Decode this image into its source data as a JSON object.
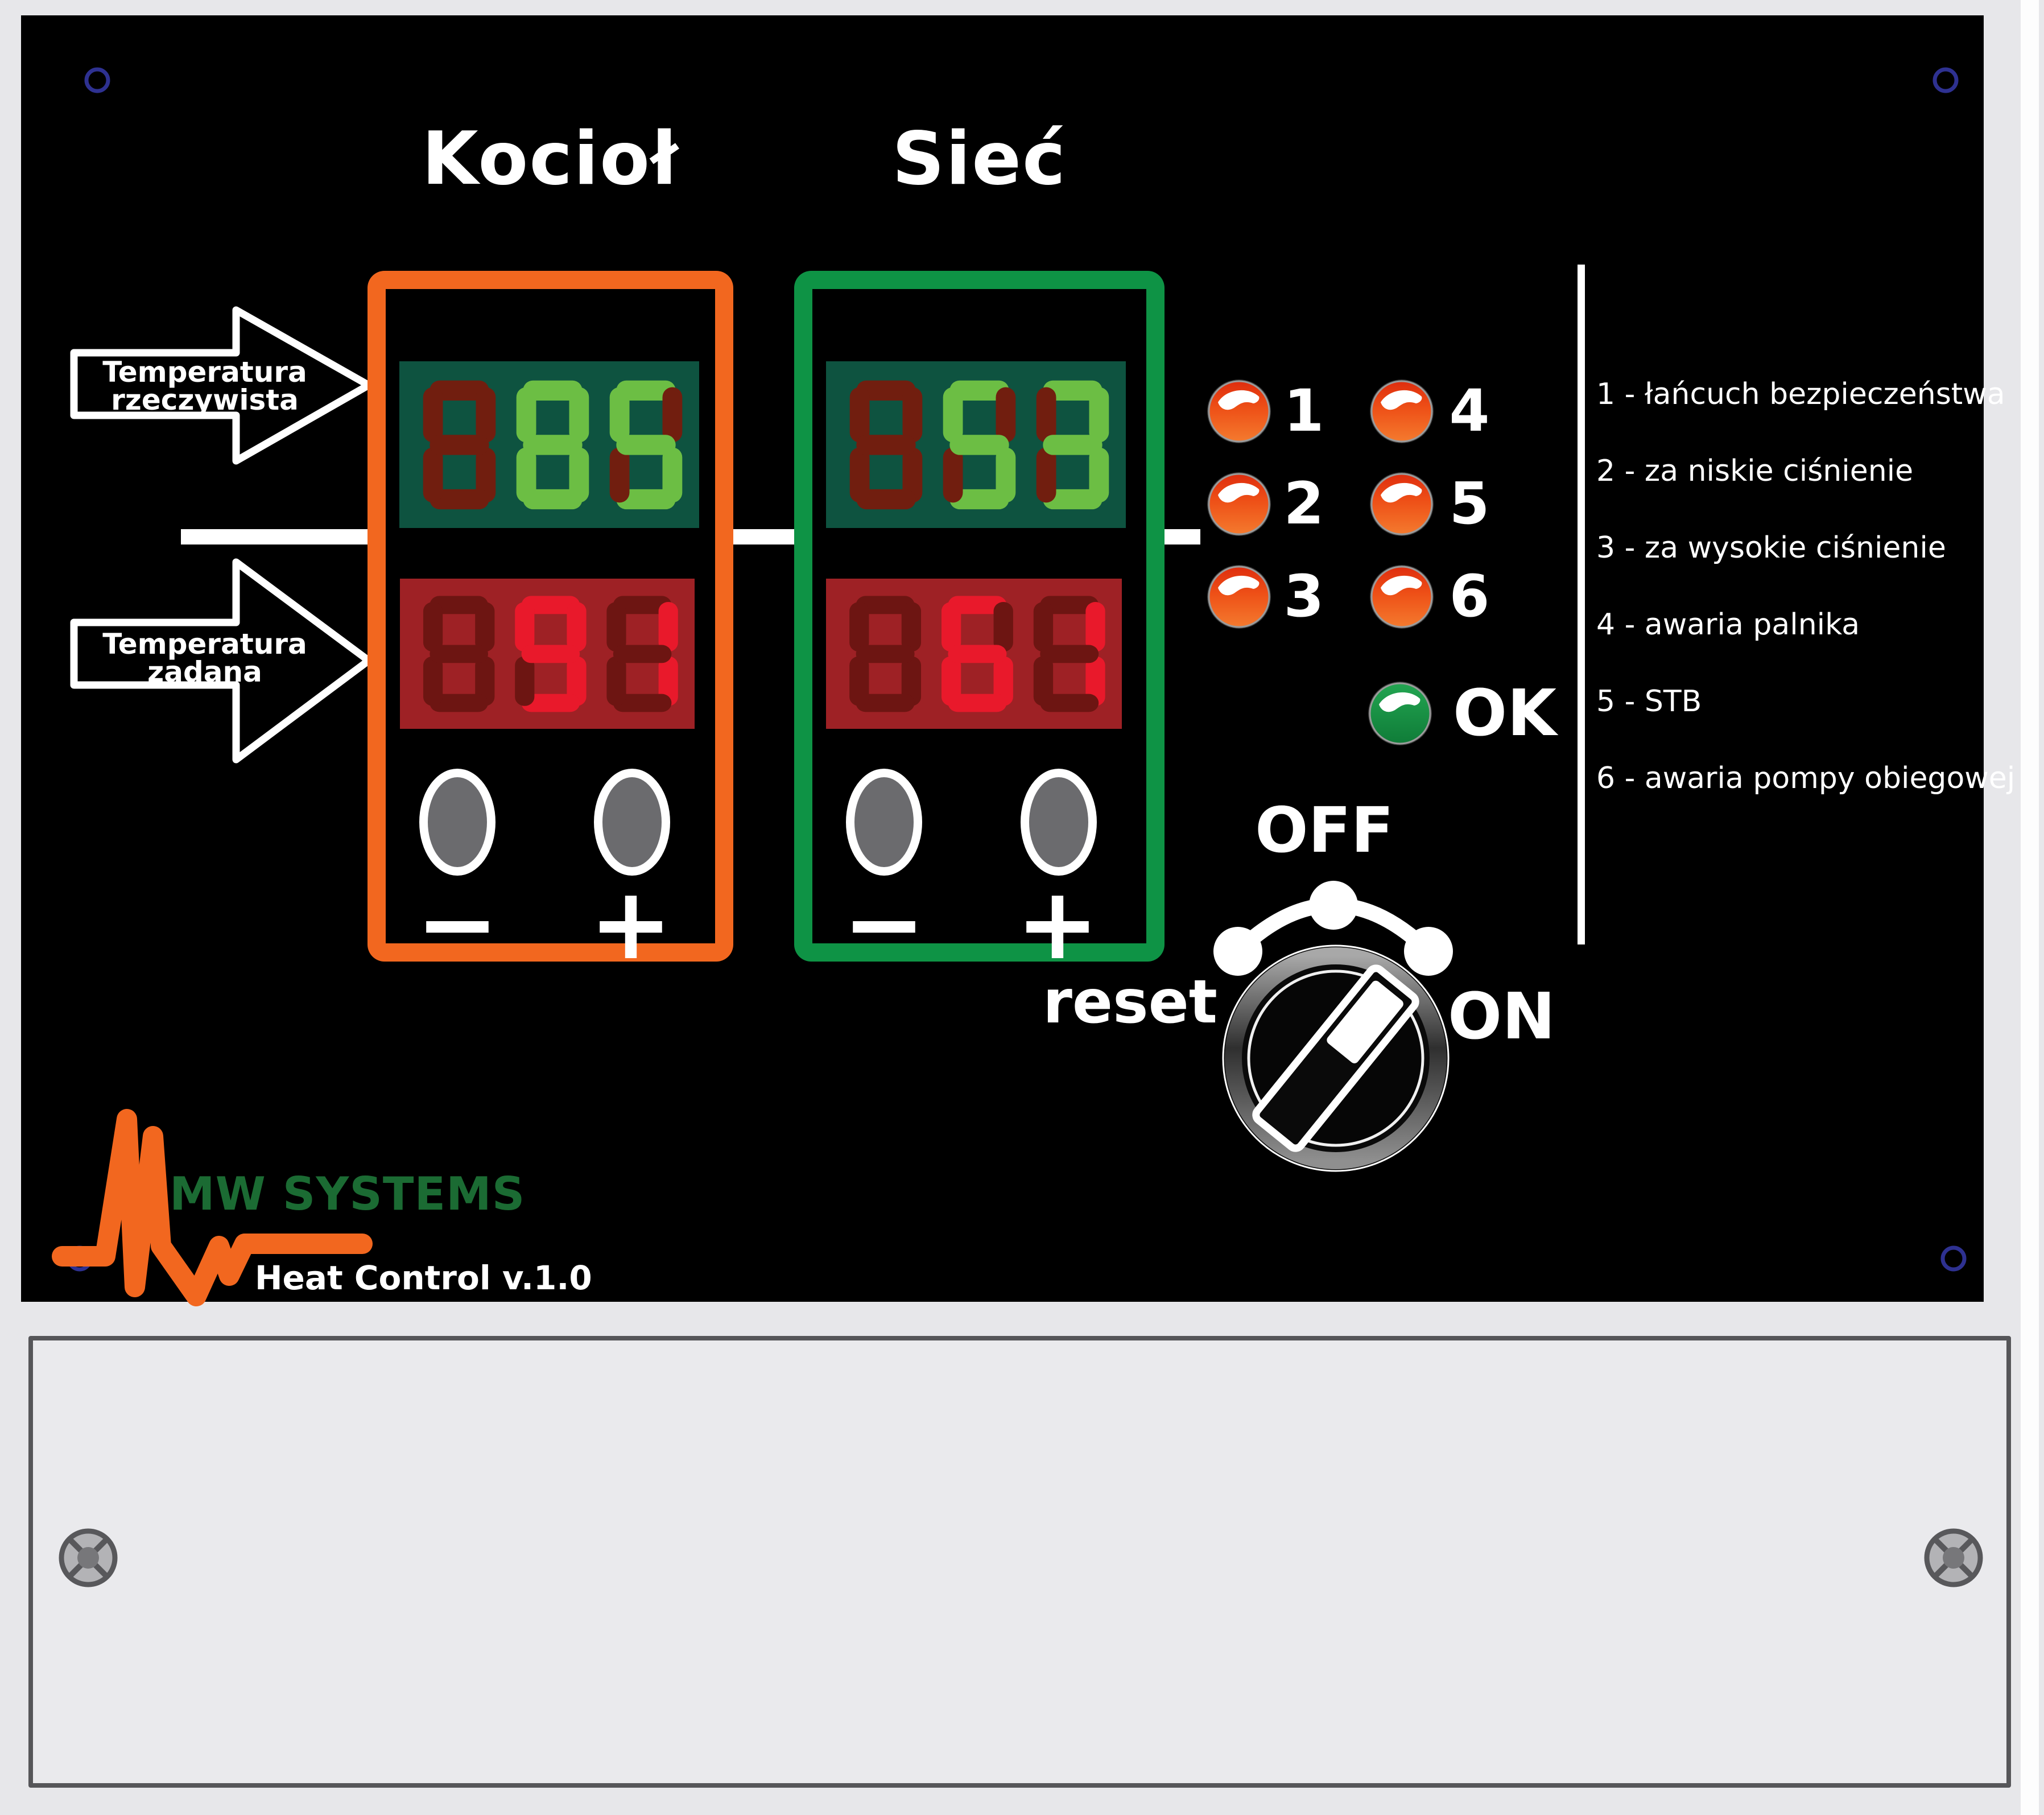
{
  "panel": {
    "sections": {
      "kociol": {
        "title": "Kocioł",
        "actual_temp": "85",
        "set_temp": "91"
      },
      "siec": {
        "title": "Sieć",
        "actual_temp": "53",
        "set_temp": "61"
      }
    },
    "labels": {
      "actual": {
        "line1": "Temperatura",
        "line2": "rzeczywista"
      },
      "set": {
        "line1": "Temperatura",
        "line2": "zadana"
      }
    },
    "buttons": {
      "minus": "−",
      "plus": "+"
    },
    "leds": [
      {
        "label": "1",
        "color": "red"
      },
      {
        "label": "2",
        "color": "red"
      },
      {
        "label": "3",
        "color": "red"
      },
      {
        "label": "4",
        "color": "red"
      },
      {
        "label": "5",
        "color": "red"
      },
      {
        "label": "6",
        "color": "red"
      },
      {
        "label": "OK",
        "color": "green"
      }
    ],
    "legend": [
      "1 - łańcuch bezpieczeństwa",
      "2 - za niskie ciśnienie",
      "3 - za wysokie ciśnienie",
      "4 - awaria palnika",
      "5 - STB",
      "6 - awaria pompy obiegowej"
    ],
    "switch": {
      "off": "OFF",
      "reset": "reset",
      "on": "ON",
      "position": "ON"
    },
    "logo": {
      "brand": "MW SYSTEMS",
      "product": "Heat Control v.1.0"
    },
    "colors": {
      "orange": "#F2671F",
      "green": "#0E9345",
      "display_green_bg": "#0E5340",
      "segment_green": "#6CBE44",
      "segment_green_off": "#711E0F",
      "display_red_bg": "#9E2125",
      "segment_red": "#E9192B",
      "segment_red_off": "#6D1512",
      "led_red_top": "#DF2D0E",
      "led_red_bottom": "#F47A2E",
      "led_green_top": "#23A551",
      "led_green_bottom": "#0F7C38",
      "corner_mark_blue": "#2E3191"
    }
  }
}
